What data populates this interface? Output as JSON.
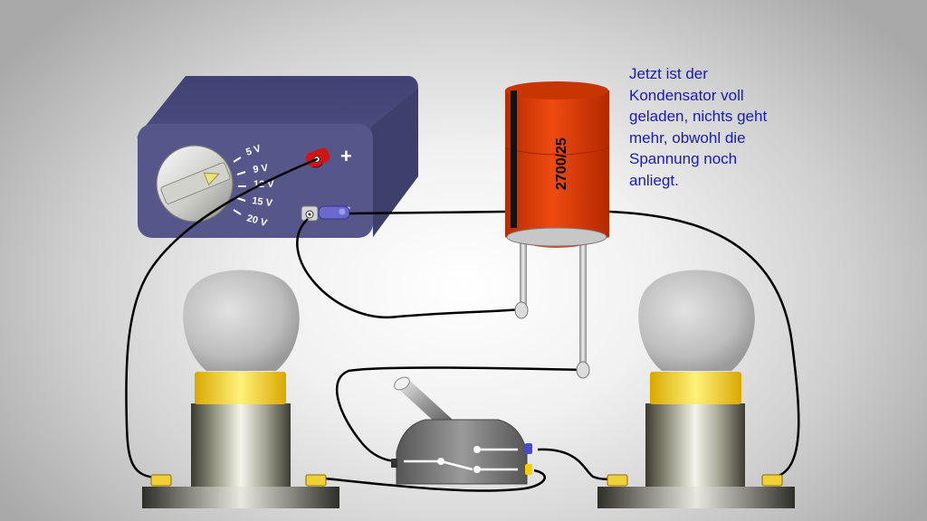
{
  "power_supply": {
    "voltage_labels": [
      "5 V",
      "9 V",
      "12 V",
      "15 V",
      "20 V"
    ],
    "plus_symbol": "+",
    "minus_symbol": "-"
  },
  "capacitor": {
    "label": "2700/25",
    "body_color": "#dd3300"
  },
  "caption": {
    "lines": [
      "Jetzt ist der",
      "Kondensator voll",
      "geladen, nichts geht",
      "mehr, obwohl die",
      "Spannung noch",
      "anliegt."
    ],
    "color": "#1a1ab8"
  },
  "colors": {
    "supply_body": "#55558a",
    "bulb_socket": "#f4d23a",
    "plug_red": "#cc1111",
    "plug_blue": "#6666cc",
    "wire": "#000000"
  },
  "icons": {
    "knob": "rotary-voltage-knob",
    "switch": "toggle-switch",
    "bulb": "light-bulb"
  }
}
